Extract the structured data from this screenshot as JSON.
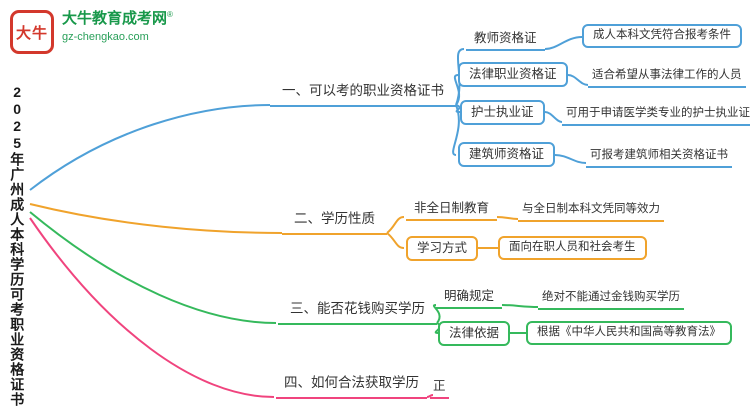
{
  "logo": {
    "icon_text": "大牛",
    "site_name": "大牛教育成考网",
    "trademark": "®",
    "domain": "gz-chengkao.com"
  },
  "root": {
    "title": "2025年广州成人本科学历可考职业资格证书"
  },
  "colors": {
    "branch1": "#4FA0D8",
    "branch2": "#F0A32C",
    "branch3": "#35B95C",
    "branch4": "#F0447E",
    "logo_green": "#18984a",
    "logo_red": "#d3382c"
  },
  "branches": [
    {
      "label": "一、可以考的职业资格证书",
      "color": "#4FA0D8",
      "items": [
        {
          "label": "教师资格证",
          "desc": "成人本科文凭符合报考条件"
        },
        {
          "label": "法律职业资格证",
          "desc": "适合希望从事法律工作的人员"
        },
        {
          "label": "护士执业证",
          "desc": "可用于申请医学类专业的护士执业证"
        },
        {
          "label": "建筑师资格证",
          "desc": "可报考建筑师相关资格证书"
        }
      ]
    },
    {
      "label": "二、学历性质",
      "color": "#F0A32C",
      "items": [
        {
          "label": "非全日制教育",
          "desc": "与全日制本科文凭同等效力"
        },
        {
          "label": "学习方式",
          "desc": "面向在职人员和社会考生"
        }
      ]
    },
    {
      "label": "三、能否花钱购买学历",
      "color": "#35B95C",
      "items": [
        {
          "label": "明确规定",
          "desc": "绝对不能通过金钱购买学历"
        },
        {
          "label": "法律依据",
          "desc": "根据《中华人民共和国高等教育法》"
        }
      ]
    },
    {
      "label": "四、如何合法获取学历",
      "color": "#F04A7E",
      "items": [
        {
          "label": "正",
          "desc": ""
        }
      ]
    }
  ]
}
